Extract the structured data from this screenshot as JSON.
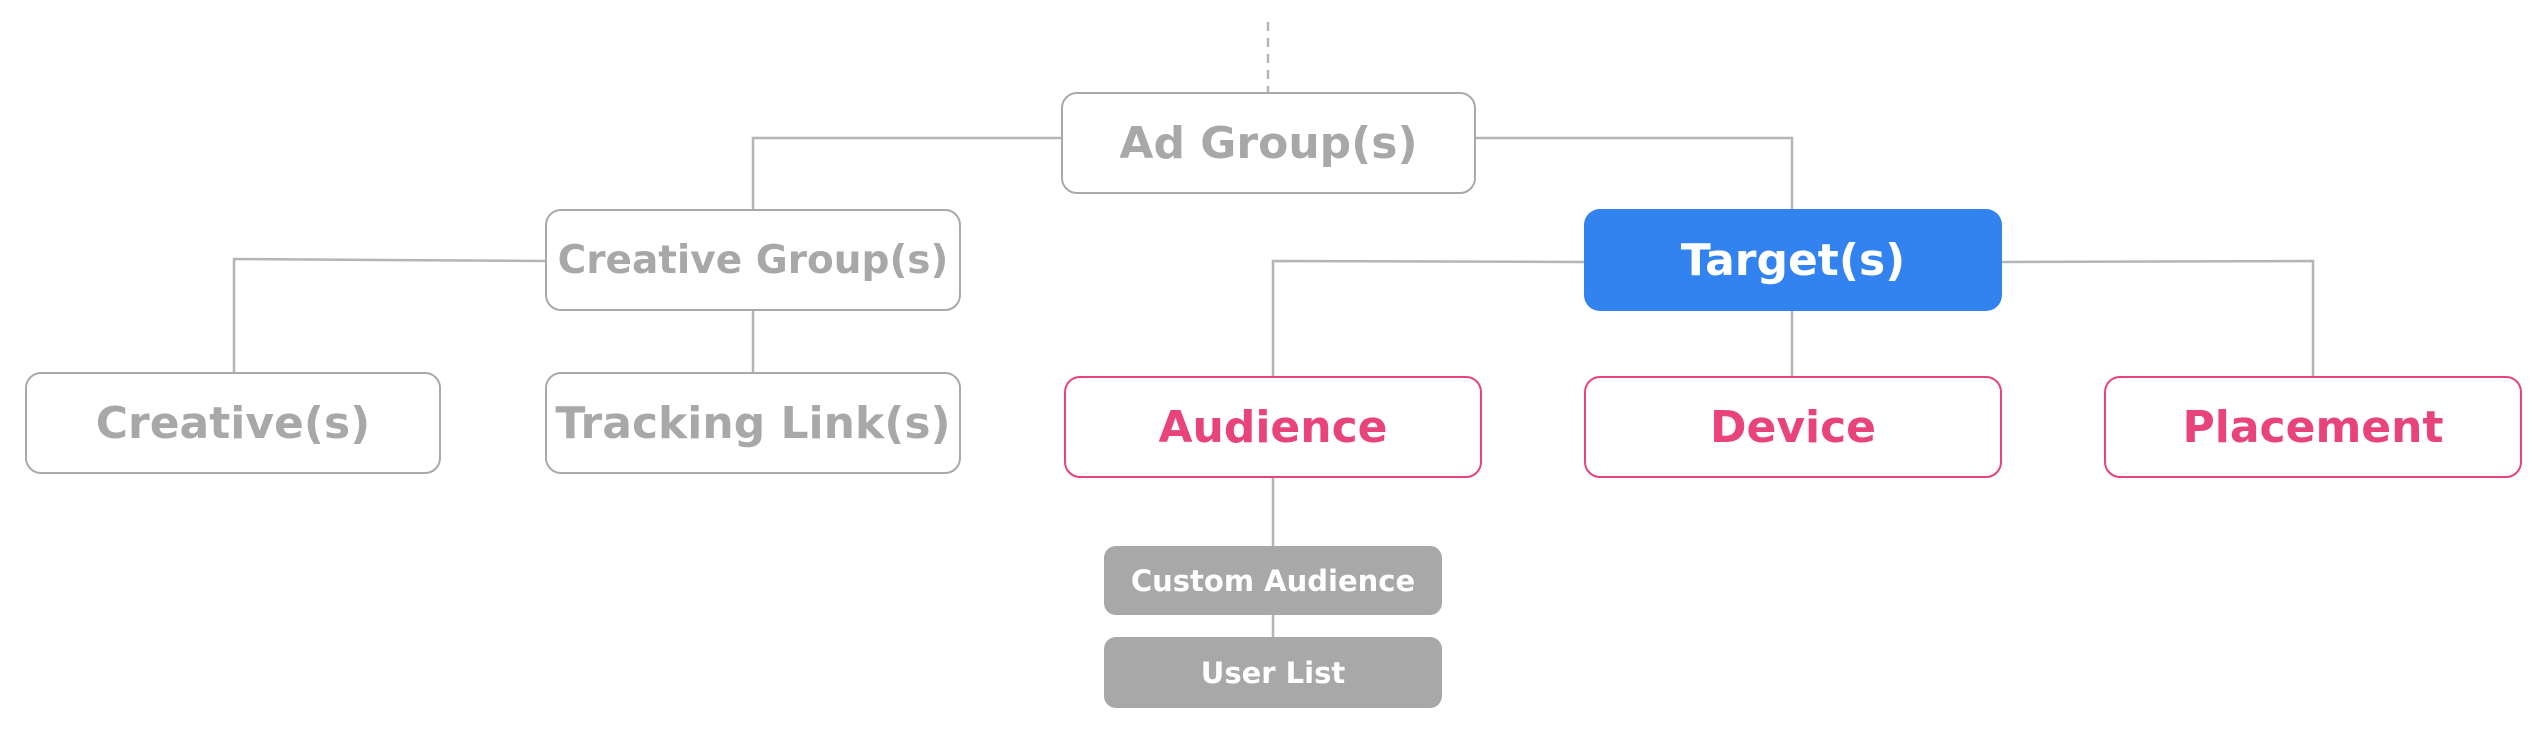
{
  "nodes": {
    "ad_groups": "Ad Group(s)",
    "creative_groups": "Creative Group(s)",
    "targets": "Target(s)",
    "creatives": "Creative(s)",
    "tracking_links": "Tracking Link(s)",
    "audience": "Audience",
    "device": "Device",
    "placement": "Placement",
    "custom_audience": "Custom Audience",
    "user_list": "User List"
  },
  "edges": [
    [
      "ad_groups",
      "creative_groups"
    ],
    [
      "ad_groups",
      "targets"
    ],
    [
      "creative_groups",
      "creatives"
    ],
    [
      "creative_groups",
      "tracking_links"
    ],
    [
      "targets",
      "audience"
    ],
    [
      "targets",
      "device"
    ],
    [
      "targets",
      "placement"
    ],
    [
      "audience",
      "custom_audience"
    ],
    [
      "custom_audience",
      "user_list"
    ]
  ],
  "colors": {
    "inactive_text": "#a8a8a8",
    "inactive_border": "#a9a9a9",
    "connector": "#b5b5b5",
    "highlight_blue": "#3282f0",
    "highlight_pink": "#e9437c",
    "leaf_fill": "#a8a8a8"
  }
}
